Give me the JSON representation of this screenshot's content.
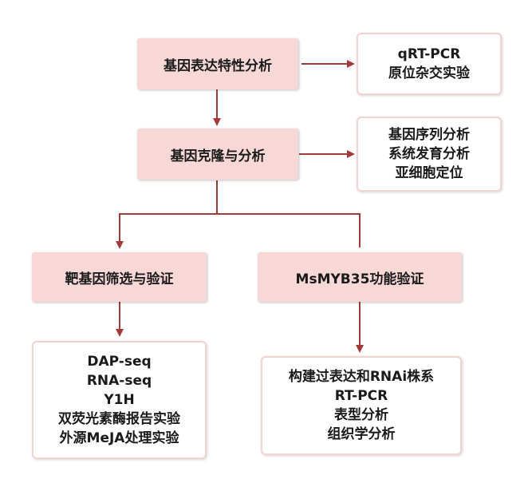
{
  "nodes": {
    "expression_analysis": "基因表达特性分析",
    "expression_methods": [
      "qRT-PCR",
      "原位杂交实验"
    ],
    "cloning_analysis": "基因克隆与分析",
    "cloning_methods": [
      "基因序列分析",
      "系统发育分析",
      "亚细胞定位"
    ],
    "target_screening": "靶基因筛选与验证",
    "target_methods": [
      "DAP-seq",
      "RNA-seq",
      "Y1H",
      "双荧光素酶报告实验",
      "外源MeJA处理实验"
    ],
    "function_validation": "MsMYB35功能验证",
    "function_methods": [
      "构建过表达和RNAi株系",
      "RT-PCR",
      "表型分析",
      "组织学分析"
    ]
  },
  "colors": {
    "arrow": "#a33a3a",
    "pink_fill": "#f8d8d6",
    "white_border": "#f2d4d2"
  }
}
